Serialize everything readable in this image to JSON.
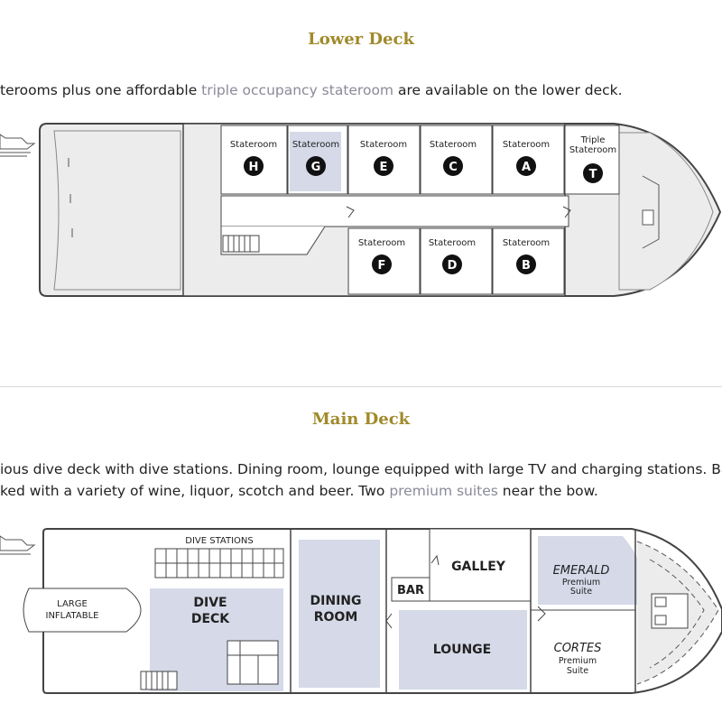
{
  "lower": {
    "title": "Lower Deck",
    "desc_pre": "terooms plus one affordable ",
    "desc_link": "triple occupancy stateroom",
    "desc_post": " are available on the lower deck.",
    "staterooms_top": [
      {
        "label": "Stateroom",
        "letter": "H"
      },
      {
        "label": "Stateroom",
        "letter": "G"
      },
      {
        "label": "Stateroom",
        "letter": "E"
      },
      {
        "label": "Stateroom",
        "letter": "C"
      },
      {
        "label": "Stateroom",
        "letter": "A"
      }
    ],
    "triple": {
      "line1": "Triple",
      "line2": "Stateroom",
      "letter": "T"
    },
    "staterooms_bottom": [
      {
        "label": "Stateroom",
        "letter": "F"
      },
      {
        "label": "Stateroom",
        "letter": "D"
      },
      {
        "label": "Stateroom",
        "letter": "B"
      }
    ]
  },
  "main": {
    "title": "Main Deck",
    "desc_line1": "ious dive deck with dive stations. Dining room, lounge equipped with large TV and charging stations. Ba",
    "desc_line2_pre": "ked with a variety of wine, liquor, scotch and beer. Two ",
    "desc_line2_link": "premium suites",
    "desc_line2_post": " near the bow.",
    "dive_stations": "DIVE STATIONS",
    "large": "LARGE",
    "inflatable": "INFLATABLE",
    "dive": "DIVE",
    "deck": "DECK",
    "dining": "DINING",
    "room": "ROOM",
    "bar": "BAR",
    "galley": "GALLEY",
    "lounge": "LOUNGE",
    "emerald": "EMERALD",
    "cortes": "CORTES",
    "premium": "Premium",
    "suite": "Suite"
  },
  "colors": {
    "heading": "#a08a2a",
    "highlight": "#d5d9e8",
    "badge": "#111111",
    "hull_fill": "#ececec",
    "link": "#8a8a9a"
  }
}
